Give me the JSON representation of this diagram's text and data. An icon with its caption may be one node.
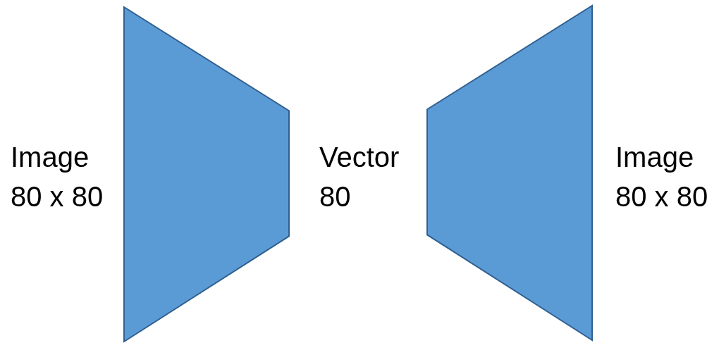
{
  "diagram": {
    "nodes": [
      {
        "text": [],
        "shape": "trapezoid"
      },
      {
        "text": [],
        "shape": "trapezoid"
      }
    ],
    "labels": [
      "Image 80 x 80",
      "Vector 80",
      "Image 80 x 80"
    ]
  }
}
